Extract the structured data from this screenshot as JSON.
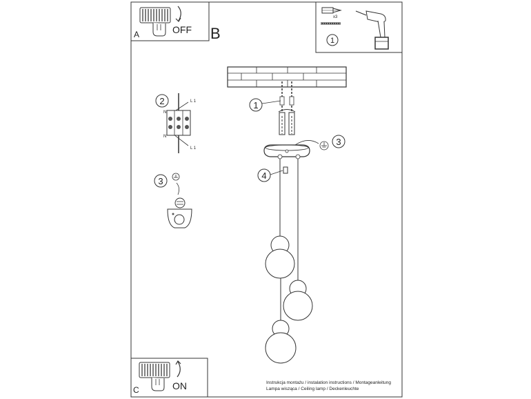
{
  "panel_a": {
    "letter": "A",
    "switch_text": "OFF"
  },
  "panel_b": {
    "letter": "B"
  },
  "panel_c": {
    "letter": "C",
    "switch_text": "ON"
  },
  "tools": {
    "anchor_qty": "x3",
    "callout": "1"
  },
  "callouts": {
    "screws": "1",
    "connector": "2",
    "ground": "3",
    "ground_detail": "3",
    "clamp": "4"
  },
  "terminal_block": {
    "top_left": "N",
    "top_right": "L 1",
    "bottom_left": "N",
    "bottom_right": "L 1"
  },
  "footer": {
    "line1": "Instrukcja montażu / instalation instructions / Montageanleitung",
    "line2": "Lampa wisząca / Ceiling lamp / Deckenleuchte"
  }
}
